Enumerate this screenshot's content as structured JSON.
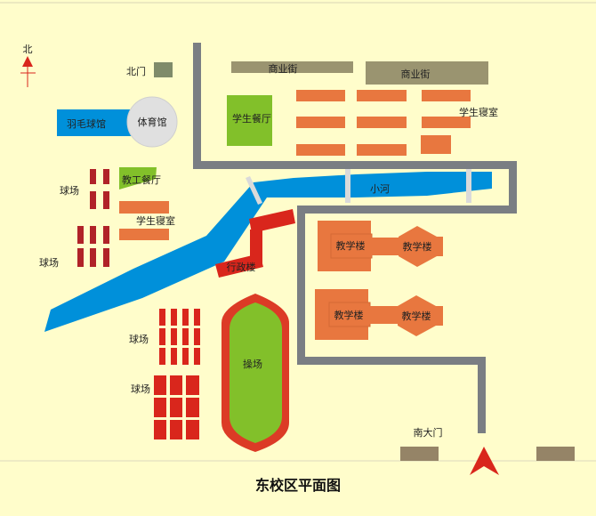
{
  "title": "东校区平面图",
  "compass": {
    "label": "北",
    "icon": "north-arrow-icon"
  },
  "colors": {
    "background": "#FFFDCB",
    "road": "#7A7E83",
    "river": "#0090DA",
    "dorm": "#E8773F",
    "canteen": "#82C02A",
    "court": "#B02228",
    "admin": "#D9261C",
    "commercial": "#9A9470",
    "gate": "#958467"
  },
  "labels": {
    "north_gate": "北门",
    "badminton": "羽毛球馆",
    "gym": "体育馆",
    "student_canteen": "学生餐厅",
    "commercial_street_1": "商业街",
    "commercial_street_2": "商业街",
    "dorm_east": "学生寝室",
    "river": "小河",
    "staff_canteen": "教工餐厅",
    "court_1": "球场",
    "court_2": "球场",
    "dorm_west": "学生寝室",
    "admin": "行政楼",
    "teaching_1a": "教学楼",
    "teaching_1b": "教学楼",
    "teaching_2a": "教学楼",
    "teaching_2b": "教学楼",
    "court_3": "球场",
    "court_4": "球场",
    "playground": "操场",
    "south_gate": "南大门"
  }
}
